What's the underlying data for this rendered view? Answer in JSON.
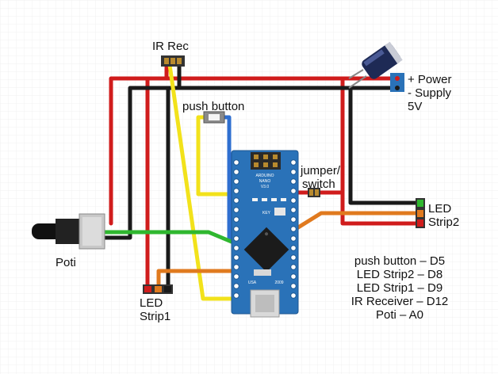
{
  "labels": {
    "ir_rec": "IR Rec",
    "push_button": "push button",
    "power_line1": "+ Power",
    "power_line2": "- Supply",
    "power_line3": "5V",
    "jumper_line1": "jumper/",
    "jumper_line2": "switch",
    "led_strip2_line1": "LED",
    "led_strip2_line2": "Strip2",
    "led_strip1_line1": "LED",
    "led_strip1_line2": "Strip1",
    "poti": "Poti"
  },
  "board": {
    "name_line1": "ARDUINO",
    "name_line2": "NANO",
    "name_line3": "V3.0",
    "usa": "USA",
    "year": "2009",
    "key": "KEY"
  },
  "pin_map": [
    "push button – D5",
    "LED Strip2 – D8",
    "LED Strip1 – D9",
    "IR Receiver – D12",
    "Poti – A0"
  ],
  "colors": {
    "red_wire": "#d01c1c",
    "black_wire": "#1a1a1a",
    "yellow_wire": "#f2e21b",
    "green_wire": "#2fb72f",
    "blue_wire": "#2f6fd0",
    "orange_wire": "#e07a1f",
    "board_blue": "#2a72b8",
    "grid": "#f0f0f0"
  }
}
